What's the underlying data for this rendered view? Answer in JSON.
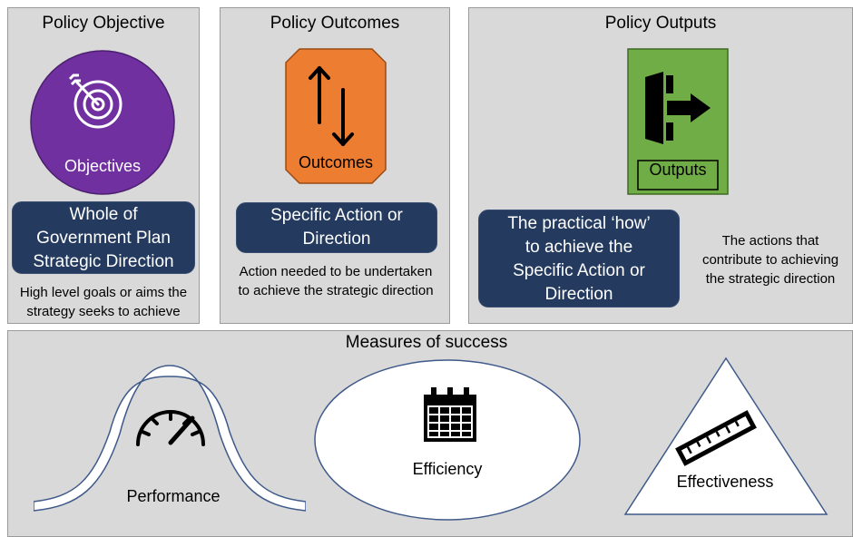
{
  "objective": {
    "title": "Policy Objective",
    "icon_label": "Objectives",
    "pill_lines": [
      "Whole of",
      "Government Plan",
      "Strategic Direction"
    ],
    "note_lines": [
      "High level goals or aims the",
      "strategy seeks to achieve"
    ],
    "icon": "target-icon",
    "color": "#7030a0"
  },
  "outcomes": {
    "title": "Policy Outcomes",
    "icon_label": "Outcomes",
    "pill_lines": [
      "Specific Action or",
      "Direction"
    ],
    "note_lines": [
      "Action needed to be undertaken",
      "to achieve the strategic direction"
    ],
    "icon": "up-down-arrows-icon",
    "color": "#ed7d31"
  },
  "outputs": {
    "title": "Policy Outputs",
    "icon_label": "Outputs",
    "pill_lines": [
      "The practical ‘how’",
      "to achieve the",
      "Specific Action or",
      "Direction"
    ],
    "note_lines": [
      "The actions that",
      "contribute to achieving",
      "the strategic direction"
    ],
    "icon": "exit-door-icon",
    "color": "#70ad47"
  },
  "measures": {
    "title": "Measures of success",
    "performance": {
      "label": "Performance",
      "icon": "speedometer-icon"
    },
    "efficiency": {
      "label": "Efficiency",
      "icon": "calendar-icon"
    },
    "effectiveness": {
      "label": "Effectiveness",
      "icon": "ruler-icon"
    }
  },
  "colors": {
    "panel": "#d9d9d9",
    "pill": "#243a5e"
  }
}
